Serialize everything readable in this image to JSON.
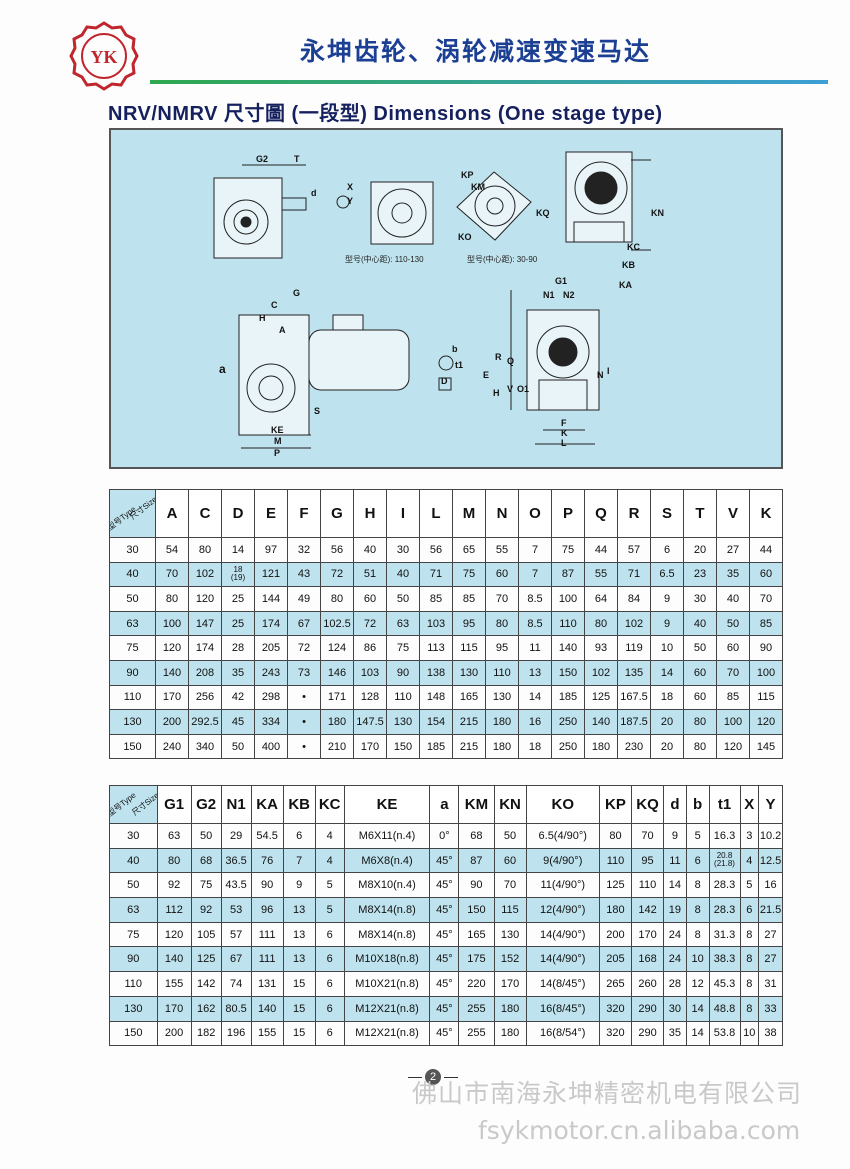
{
  "header": {
    "logo_text": "YK",
    "title": "永坤齿轮、涡轮减速变速马达"
  },
  "section_title": "NRV/NMRV 尺寸圖 (一段型) Dimensions (One stage type)",
  "drawing": {
    "labels": [
      "G2",
      "T",
      "d",
      "X",
      "Y",
      "KP",
      "KM",
      "KQ",
      "KO",
      "KN",
      "KC",
      "KB",
      "KA",
      "G1",
      "N1",
      "N2",
      "C",
      "G",
      "H",
      "A",
      "a",
      "b",
      "t1",
      "D",
      "E",
      "R",
      "Q",
      "H",
      "V",
      "O1",
      "I",
      "N",
      "F",
      "K",
      "L",
      "KE",
      "M",
      "P",
      "S"
    ],
    "note_left": "型号(中心距): 110-130",
    "note_right": "型号(中心距): 30-90"
  },
  "table1": {
    "corner_size": "尺寸Size",
    "corner_type": "型号Type",
    "headers": [
      "A",
      "C",
      "D",
      "E",
      "F",
      "G",
      "H",
      "I",
      "L",
      "M",
      "N",
      "O",
      "P",
      "Q",
      "R",
      "S",
      "T",
      "V",
      "K"
    ],
    "rows": [
      [
        "30",
        "54",
        "80",
        "14",
        "97",
        "32",
        "56",
        "40",
        "30",
        "56",
        "65",
        "55",
        "7",
        "75",
        "44",
        "57",
        "6",
        "20",
        "27",
        "44"
      ],
      [
        "40",
        "70",
        "102",
        "18|(19)",
        "121",
        "43",
        "72",
        "51",
        "40",
        "71",
        "75",
        "60",
        "7",
        "87",
        "55",
        "71",
        "6.5",
        "23",
        "35",
        "60"
      ],
      [
        "50",
        "80",
        "120",
        "25",
        "144",
        "49",
        "80",
        "60",
        "50",
        "85",
        "85",
        "70",
        "8.5",
        "100",
        "64",
        "84",
        "9",
        "30",
        "40",
        "70"
      ],
      [
        "63",
        "100",
        "147",
        "25",
        "174",
        "67",
        "102.5",
        "72",
        "63",
        "103",
        "95",
        "80",
        "8.5",
        "110",
        "80",
        "102",
        "9",
        "40",
        "50",
        "85"
      ],
      [
        "75",
        "120",
        "174",
        "28",
        "205",
        "72",
        "124",
        "86",
        "75",
        "113",
        "115",
        "95",
        "11",
        "140",
        "93",
        "119",
        "10",
        "50",
        "60",
        "90"
      ],
      [
        "90",
        "140",
        "208",
        "35",
        "243",
        "73",
        "146",
        "103",
        "90",
        "138",
        "130",
        "110",
        "13",
        "150",
        "102",
        "135",
        "14",
        "60",
        "70",
        "100"
      ],
      [
        "110",
        "170",
        "256",
        "42",
        "298",
        "•",
        "171",
        "128",
        "110",
        "148",
        "165",
        "130",
        "14",
        "185",
        "125",
        "167.5",
        "18",
        "60",
        "85",
        "115"
      ],
      [
        "130",
        "200",
        "292.5",
        "45",
        "334",
        "•",
        "180",
        "147.5",
        "130",
        "154",
        "215",
        "180",
        "16",
        "250",
        "140",
        "187.5",
        "20",
        "80",
        "100",
        "120"
      ],
      [
        "150",
        "240",
        "340",
        "50",
        "400",
        "•",
        "210",
        "170",
        "150",
        "185",
        "215",
        "180",
        "18",
        "250",
        "180",
        "230",
        "20",
        "80",
        "120",
        "145"
      ]
    ]
  },
  "table2": {
    "corner_size": "尺寸Size",
    "corner_type": "型号Type",
    "headers": [
      "G1",
      "G2",
      "N1",
      "KA",
      "KB",
      "KC",
      "KE",
      "a",
      "KM",
      "KN",
      "KO",
      "KP",
      "KQ",
      "d",
      "b",
      "t1",
      "X",
      "Y"
    ],
    "rows": [
      [
        "30",
        "63",
        "50",
        "29",
        "54.5",
        "6",
        "4",
        "M6X11(n.4)",
        "0°",
        "68",
        "50",
        "6.5(4/90°)",
        "80",
        "70",
        "9",
        "5",
        "16.3",
        "3",
        "10.2"
      ],
      [
        "40",
        "80",
        "68",
        "36.5",
        "76",
        "7",
        "4",
        "M6X8(n.4)",
        "45°",
        "87",
        "60",
        "9(4/90°)",
        "110",
        "95",
        "11",
        "6",
        "20.8|(21.8)",
        "4",
        "12.5"
      ],
      [
        "50",
        "92",
        "75",
        "43.5",
        "90",
        "9",
        "5",
        "M8X10(n.4)",
        "45°",
        "90",
        "70",
        "11(4/90°)",
        "125",
        "110",
        "14",
        "8",
        "28.3",
        "5",
        "16"
      ],
      [
        "63",
        "112",
        "92",
        "53",
        "96",
        "13",
        "5",
        "M8X14(n.8)",
        "45°",
        "150",
        "115",
        "12(4/90°)",
        "180",
        "142",
        "19",
        "8",
        "28.3",
        "6",
        "21.5"
      ],
      [
        "75",
        "120",
        "105",
        "57",
        "111",
        "13",
        "6",
        "M8X14(n.8)",
        "45°",
        "165",
        "130",
        "14(4/90°)",
        "200",
        "170",
        "24",
        "8",
        "31.3",
        "8",
        "27"
      ],
      [
        "90",
        "140",
        "125",
        "67",
        "111",
        "13",
        "6",
        "M10X18(n.8)",
        "45°",
        "175",
        "152",
        "14(4/90°)",
        "205",
        "168",
        "24",
        "10",
        "38.3",
        "8",
        "27"
      ],
      [
        "110",
        "155",
        "142",
        "74",
        "131",
        "15",
        "6",
        "M10X21(n.8)",
        "45°",
        "220",
        "170",
        "14(8/45°)",
        "265",
        "260",
        "28",
        "12",
        "45.3",
        "8",
        "31"
      ],
      [
        "130",
        "170",
        "162",
        "80.5",
        "140",
        "15",
        "6",
        "M12X21(n.8)",
        "45°",
        "255",
        "180",
        "16(8/45°)",
        "320",
        "290",
        "30",
        "14",
        "48.8",
        "8",
        "33"
      ],
      [
        "150",
        "200",
        "182",
        "196",
        "155",
        "15",
        "6",
        "M12X21(n.8)",
        "45°",
        "255",
        "180",
        "16(8/54°)",
        "320",
        "290",
        "35",
        "14",
        "53.8",
        "10",
        "38"
      ]
    ]
  },
  "footer": {
    "page_number": "2",
    "company": "佛山市南海永坤精密机电有限公司",
    "website": "fsykmotor.cn.alibaba.com"
  }
}
